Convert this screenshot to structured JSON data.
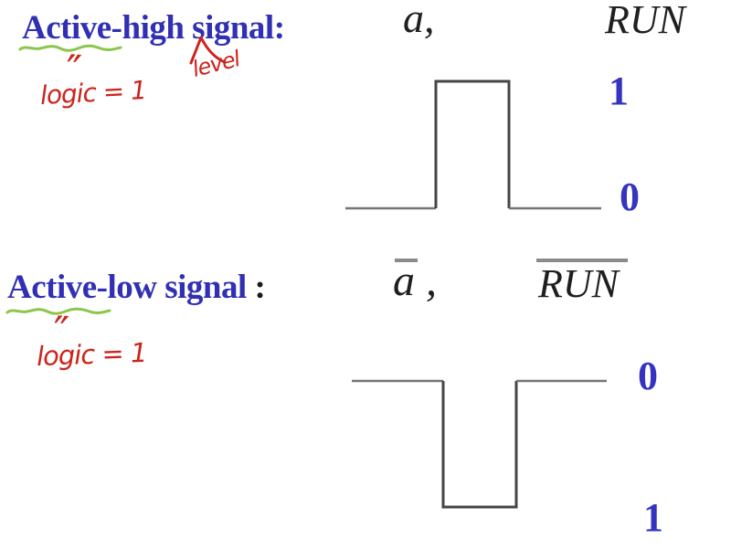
{
  "page": {
    "background": "#ffffff"
  },
  "palette": {
    "title_blue": "#3130b4",
    "digit_blue": "#3434c0",
    "annotation_red": "#cc241c",
    "underline_green": "#8cc64a",
    "waveform_gray": "#757575",
    "waveform_dark": "#454545",
    "overline_gray": "#8a8a8a",
    "math_black": "#1f1f1f"
  },
  "active_high": {
    "title": "Active-high signal:",
    "ditto": "″",
    "logic_note": "logic = 1",
    "level_note": "level",
    "signal_a": "a,",
    "signal_run": "RUN",
    "label_high": "1",
    "label_low": "0",
    "waveform": {
      "type": "pulse-up",
      "baseline_label": "0",
      "pulse_label": "1"
    }
  },
  "active_low": {
    "title": "Active-low signal ",
    "colon": ":",
    "ditto": "″",
    "logic_note": "logic = 1",
    "signal_a": "a ,",
    "signal_run": "RUN",
    "label_high": "0",
    "label_low": "1",
    "waveform": {
      "type": "pulse-down",
      "baseline_label": "0",
      "pulse_label": "1"
    }
  }
}
